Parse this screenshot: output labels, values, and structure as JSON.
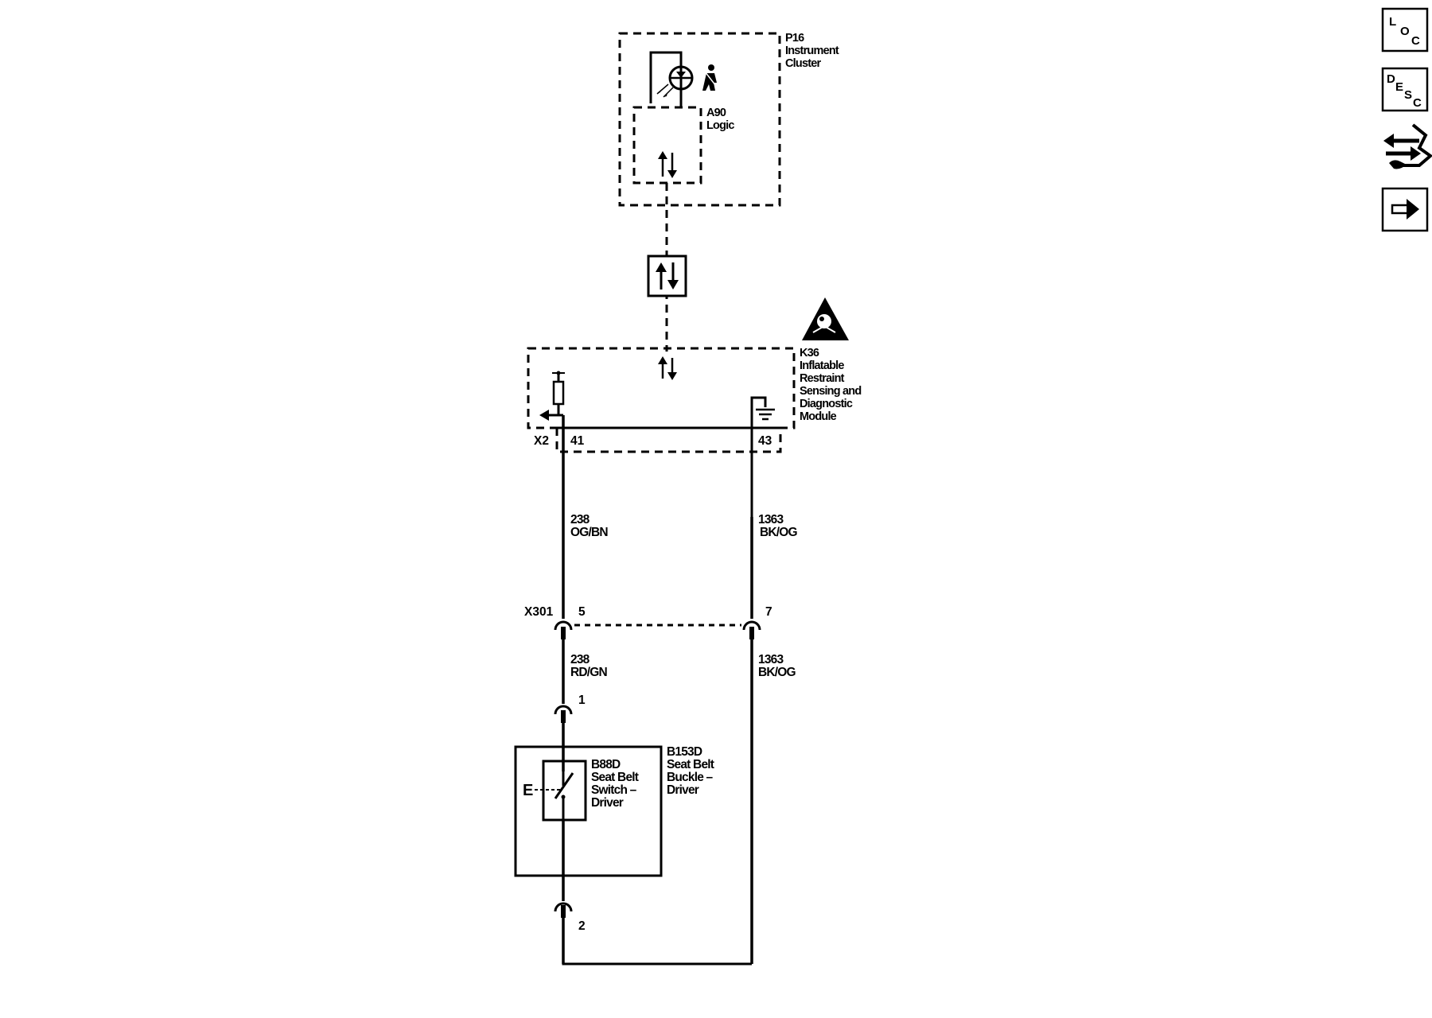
{
  "components": {
    "p16": {
      "ref": "P16",
      "name_line1": "Instrument",
      "name_line2": "Cluster"
    },
    "a90": {
      "ref": "A90",
      "name": "Logic"
    },
    "k36": {
      "ref": "K36",
      "name_line1": "Inflatable",
      "name_line2": "Restraint",
      "name_line3": "Sensing and",
      "name_line4": "Diagnostic",
      "name_line5": "Module"
    },
    "b88d": {
      "ref": "B88D",
      "name_line1": "Seat Belt",
      "name_line2": "Switch –",
      "name_line3": "Driver"
    },
    "b153d": {
      "ref": "B153D",
      "name_line1": "Seat Belt",
      "name_line2": "Buckle –",
      "name_line3": "Driver"
    }
  },
  "connectors": {
    "x2": {
      "name": "X2",
      "pin_a": "41",
      "pin_b": "43"
    },
    "x301": {
      "name": "X301",
      "pin_a": "5",
      "pin_b": "7"
    },
    "switch_pins": {
      "pin_top": "1",
      "pin_bottom": "2"
    }
  },
  "wires": {
    "upper_left": {
      "circuit": "238",
      "color": "OG/BN"
    },
    "upper_right": {
      "circuit": "1363",
      "color": "BK/OG"
    },
    "lower_left": {
      "circuit": "238",
      "color": "RD/GN"
    },
    "lower_right": {
      "circuit": "1363",
      "color": "BK/OG"
    }
  },
  "switch_symbol": {
    "letter": "E"
  },
  "nav": {
    "loc": {
      "l1": "L",
      "l2": "O",
      "l3": "C"
    },
    "desc": {
      "l1": "D",
      "l2": "E",
      "l3": "S",
      "l4": "C"
    },
    "icons": {
      "connector": "connector-end-view-icon",
      "next": "arrow-right-icon"
    }
  }
}
